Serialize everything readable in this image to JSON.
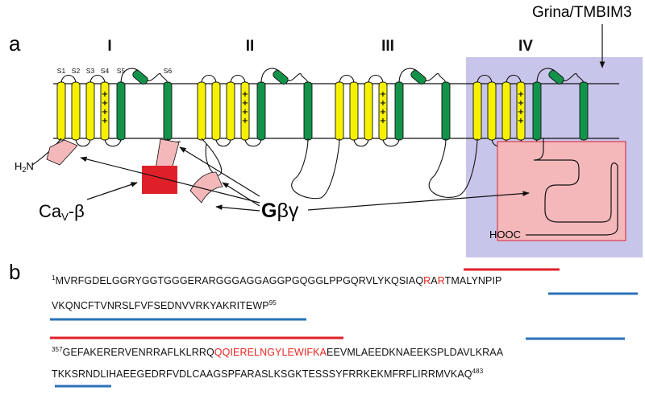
{
  "panels": {
    "a": "a",
    "b": "b"
  },
  "domains": [
    "I",
    "II",
    "III",
    "IV"
  ],
  "segments": [
    "S1",
    "S2",
    "S3",
    "S4",
    "S5",
    "S6"
  ],
  "charge": "+",
  "labels": {
    "grina": "Grina/TMBIM3",
    "nterm": "H",
    "nterm_sub": "2",
    "nterm_end": "N",
    "cav": "Ca",
    "cav_sub": "V",
    "cav_end": "-β",
    "gbg_bold": "G",
    "gbg_rest": "βγ",
    "hooc": "HOOC"
  },
  "colors": {
    "helix_yellow": "#f6f100",
    "helix_green": "#13934a",
    "pink": "#f4b8bb",
    "red": "#e02029",
    "shade": "#c8c5ea",
    "underline_red": "#e02029",
    "underline_blue": "#2a72b8"
  },
  "sequence": {
    "block1": {
      "line1_start": "1",
      "line1_a": "MVRFGDELGGRYGGTGGGERARGGGAGGAGGPGQGGLPPGQRVLYKQSIAQ",
      "line1_r1": "R",
      "line1_mid": "A",
      "line1_r2": "R",
      "line1_b": "TMALYNPIP",
      "line2": "VKQNCFTVNRSLFVFSEDNVVRKYAKRITEWP",
      "line2_end": "95"
    },
    "block2": {
      "line1_start": "357",
      "line1_a": "GEFAKERERVENRRAFLKLRRQ",
      "line1_red": "QQIERELNGYLEWIFKA",
      "line1_b": "EEVMLAEEDKNAEEKSPLDAVLKRAA",
      "line2": "TKKSRNDLIHAEEGEDRFVDLCAAGSPFARASLKSGKTESSSYFRRKEKMFRFLIRRMVKAQ",
      "line2_end": "483"
    }
  }
}
